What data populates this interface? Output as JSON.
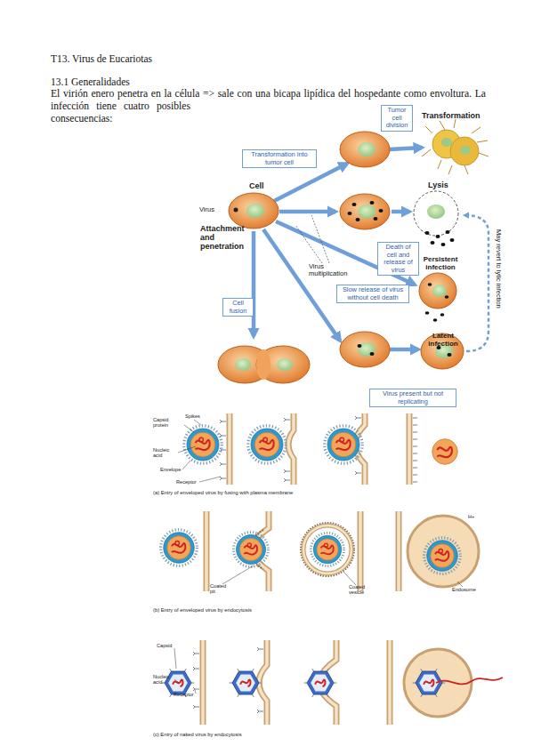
{
  "diagram": {
    "title": "T13. Virus de Eucariotas",
    "nodes": [
      {
        "text": [
          "Tumor cell division"
        ]
      },
      {
        "text": [
          "Transformation into tumor cell"
        ]
      },
      {
        "text": [
          "Death of cell and release of virus"
        ]
      },
      {
        "text": [
          "Slow release of virus without cell death"
        ]
      },
      {
        "text": [
          "Cell fusion"
        ]
      },
      {
        "text": [
          "Virus present but not replicating"
        ]
      }
    ],
    "labels": [
      "13.1 Generalidades",
      "El virión enero penetra en la célula => sale con una bicapa lipídica del hospedante como envoltura. La infección tiene cuatro posibles consecuencias:",
      "Transformation",
      "Cell",
      "Virus",
      "Attachment and penetration",
      "Lysis",
      "Virus multiplication",
      "Persistent infection",
      "May revert to lytic infection",
      "Latent infection",
      "Capsid protein",
      "Spikes",
      "Nucleic acid",
      "Envelope",
      "Receptor",
      "(a) Entry of enveloped virus by fusing with plasma membrane",
      "H+",
      "Coated pit",
      "Coated vesicle",
      "Endosome",
      "(b) Entry of enveloped virus by endocytosis",
      "Capsid",
      "Nucleic acid",
      "Receptor",
      "(c) Entry of naked virus by endocytosis"
    ]
  }
}
